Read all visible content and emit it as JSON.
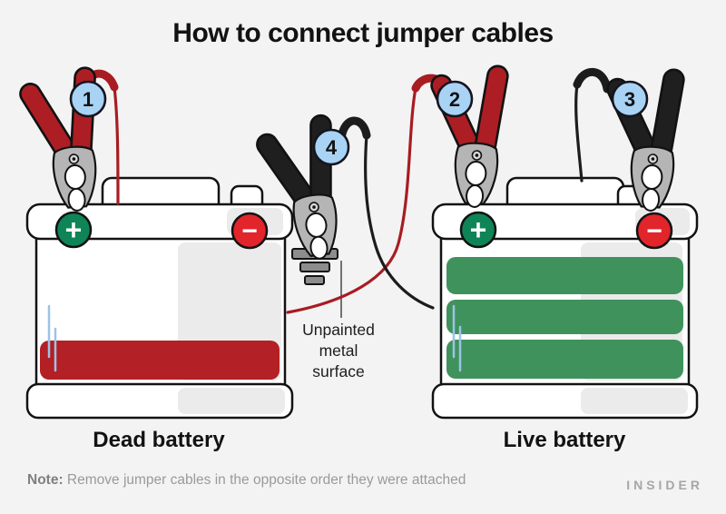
{
  "title": "How to connect jumper cables",
  "badges": {
    "b1": "1",
    "b2": "2",
    "b3": "3",
    "b4": "4"
  },
  "dead_battery": {
    "label": "Dead battery",
    "positive_symbol": "+",
    "negative_symbol": "−"
  },
  "live_battery": {
    "label": "Live battery",
    "positive_symbol": "+",
    "negative_symbol": "−"
  },
  "middle_label": {
    "line1": "Unpainted",
    "line2": "metal",
    "line3": "surface"
  },
  "note": {
    "prefix": "Note:",
    "text": " Remove jumper cables in the opposite order they were attached"
  },
  "brand": "INSIDER",
  "colors": {
    "background": "#f3f3f3",
    "outline": "#121212",
    "positive_terminal_green": "#0e8457",
    "negative_terminal_red": "#e2242b",
    "dead_charge_red": "#b32025",
    "live_charge_green": "#3f925b",
    "badge_blue": "#a9d3f4",
    "red_cable": "#a81c22",
    "black_cable": "#1c1c1c",
    "clamp_red": "#ac1e24",
    "clamp_black": "#1f1f1f",
    "metal_gray": "#b5b5b5",
    "level_tick_blue": "#9cc3e6"
  }
}
